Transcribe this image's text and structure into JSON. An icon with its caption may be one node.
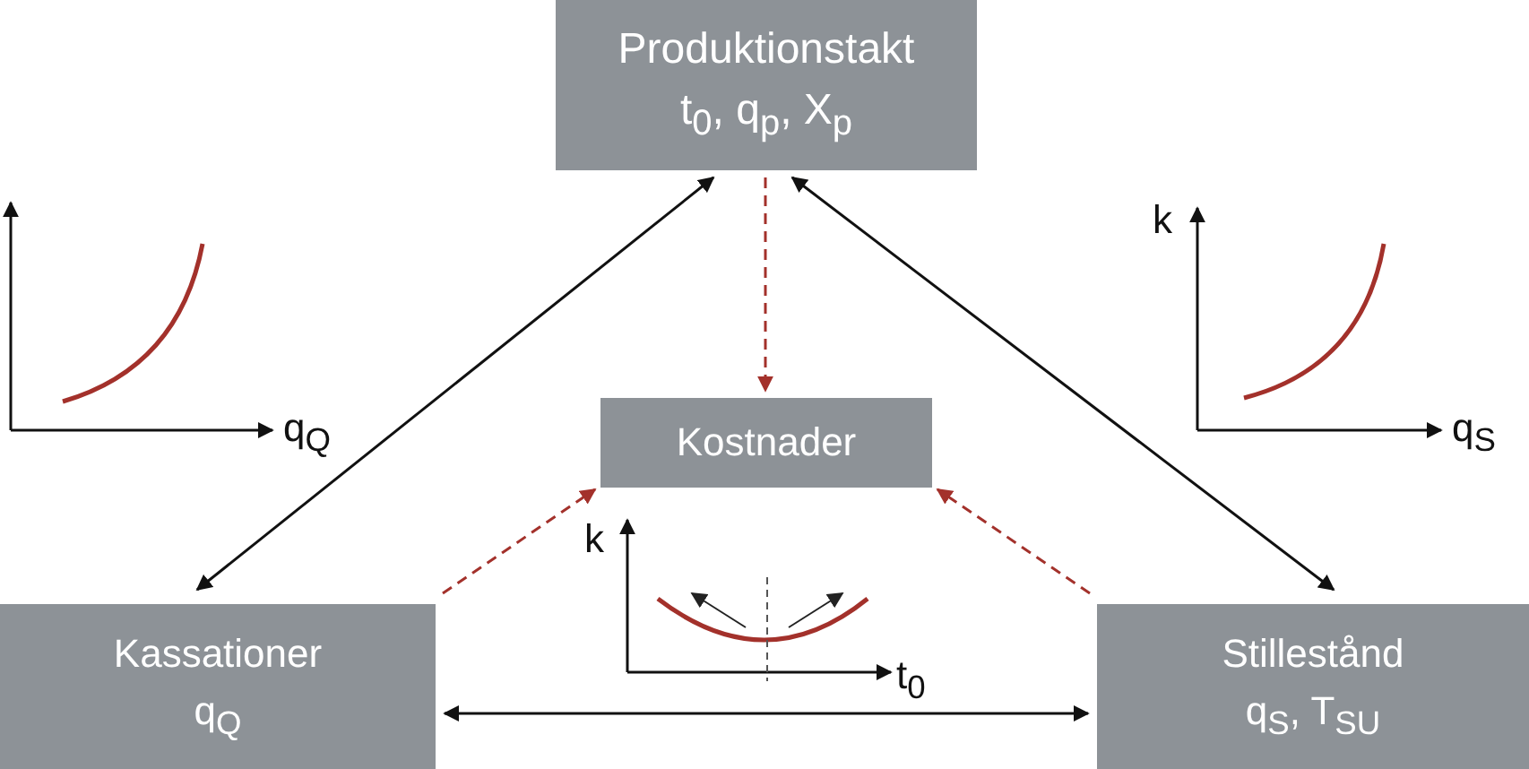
{
  "diagram": {
    "nodes": [
      {
        "text": [
          "Produktionstakt",
          "t$_{0}$, q$_{p}$, X$_{p}$"
        ]
      },
      {
        "text": [
          "Kostnader"
        ]
      },
      {
        "text": [
          "Kassationer",
          "q$_{Q}$"
        ]
      },
      {
        "text": [
          "Stillestånd",
          "q$_{S}$, T$_{SU}$"
        ]
      }
    ],
    "edges": [
      {
        "from": 0,
        "to": 2,
        "arrow": "both"
      },
      {
        "from": 0,
        "to": 3,
        "arrow": "both"
      },
      {
        "from": 2,
        "to": 3,
        "arrow": "both"
      },
      {
        "from": 0,
        "to": 1,
        "arrow": "to",
        "style": "dashed",
        "color": "#a3312b"
      },
      {
        "from": 2,
        "to": 1,
        "arrow": "to",
        "style": "dashed",
        "color": "#a3312b"
      },
      {
        "from": 3,
        "to": 1,
        "arrow": "to",
        "style": "dashed",
        "color": "#a3312b"
      }
    ],
    "labels": [
      "q$_{Q}$",
      "k",
      "q$_{S}$",
      "k",
      "t$_{0}$"
    ]
  }
}
